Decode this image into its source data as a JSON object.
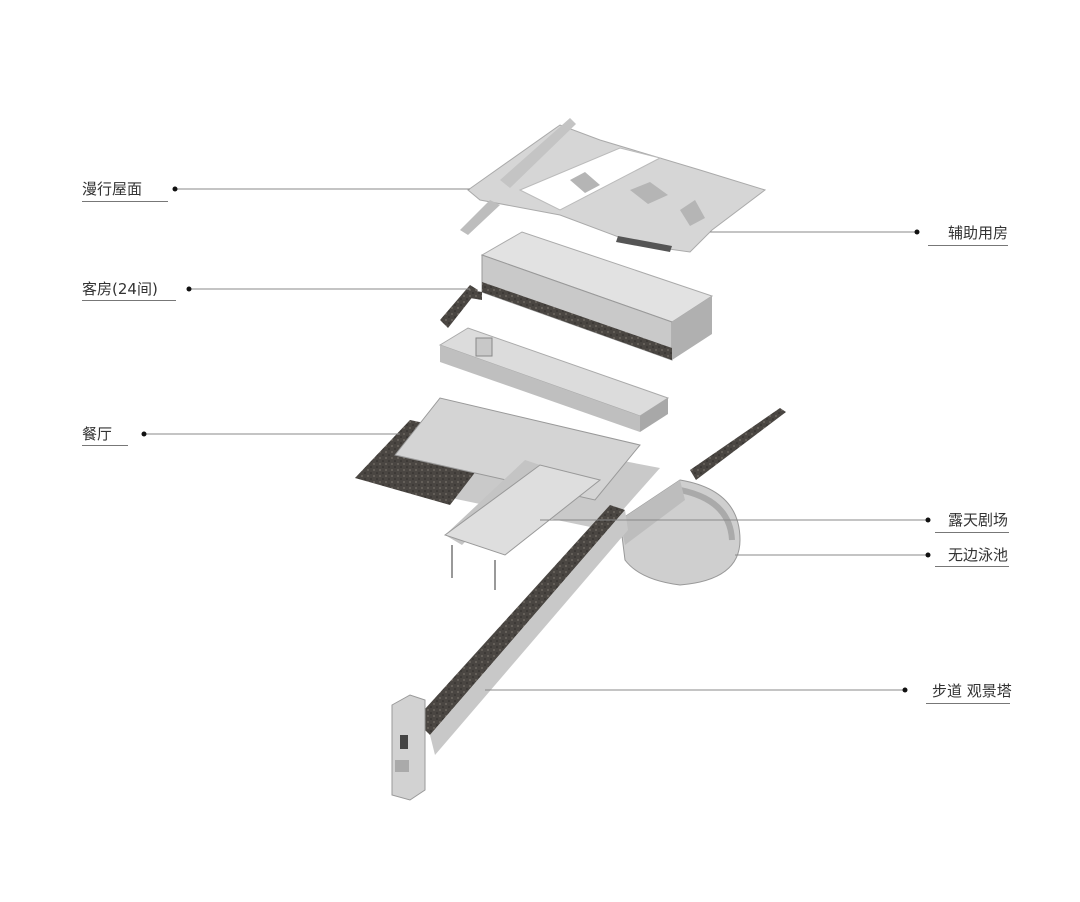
{
  "labels": {
    "roof": "漫行屋面",
    "guest_rooms": "客房(24间)",
    "restaurant": "餐厅",
    "auxiliary": "辅助用房",
    "theater": "露天剧场",
    "pool": "无边泳池",
    "walkway_tower": "步道 观景塔"
  },
  "colors": {
    "text": "#333333",
    "leader": "#888888",
    "concrete_light": "#dcdcdc",
    "concrete_mid": "#bdbdbd",
    "stone_dark": "#4a4642"
  }
}
